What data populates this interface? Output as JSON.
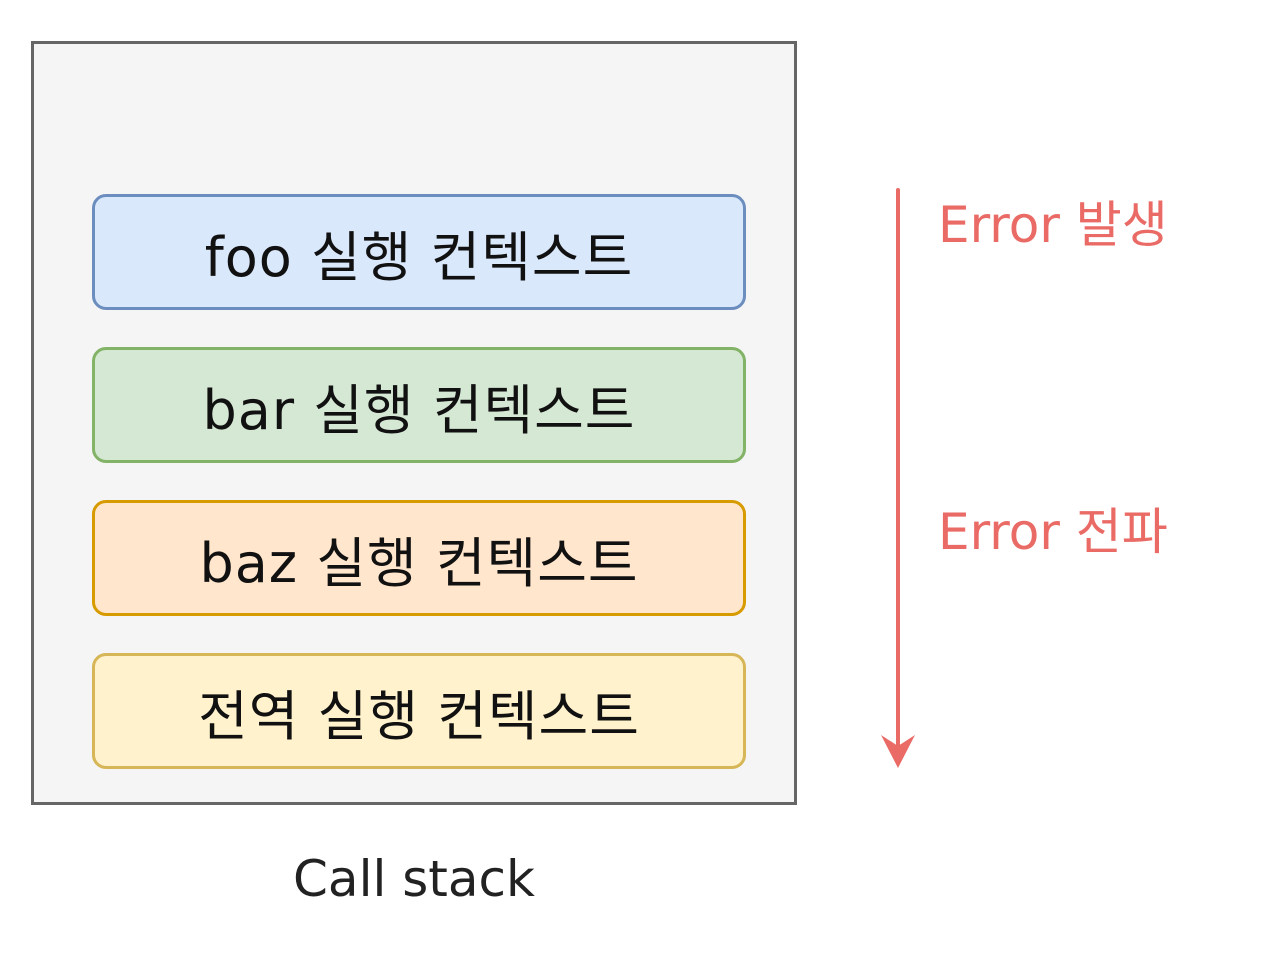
{
  "colors": {
    "container_bg": "#f5f5f5",
    "container_border": "#666666",
    "error_red": "#ea6b66"
  },
  "call_stack": {
    "label": "Call stack",
    "frames": [
      {
        "label": "foo 실행 컨텍스트",
        "fill": "#dae8fc",
        "stroke": "#6c8ebf"
      },
      {
        "label": "bar 실행 컨텍스트",
        "fill": "#d5e8d4",
        "stroke": "#82b366"
      },
      {
        "label": "baz 실행 컨텍스트",
        "fill": "#ffe6cc",
        "stroke": "#d79b00"
      },
      {
        "label": "전역 실행 컨텍스트",
        "fill": "#fff2cc",
        "stroke": "#d6b656"
      }
    ]
  },
  "annotations": {
    "error_occur": "Error 발생",
    "error_propagate": "Error 전파"
  }
}
